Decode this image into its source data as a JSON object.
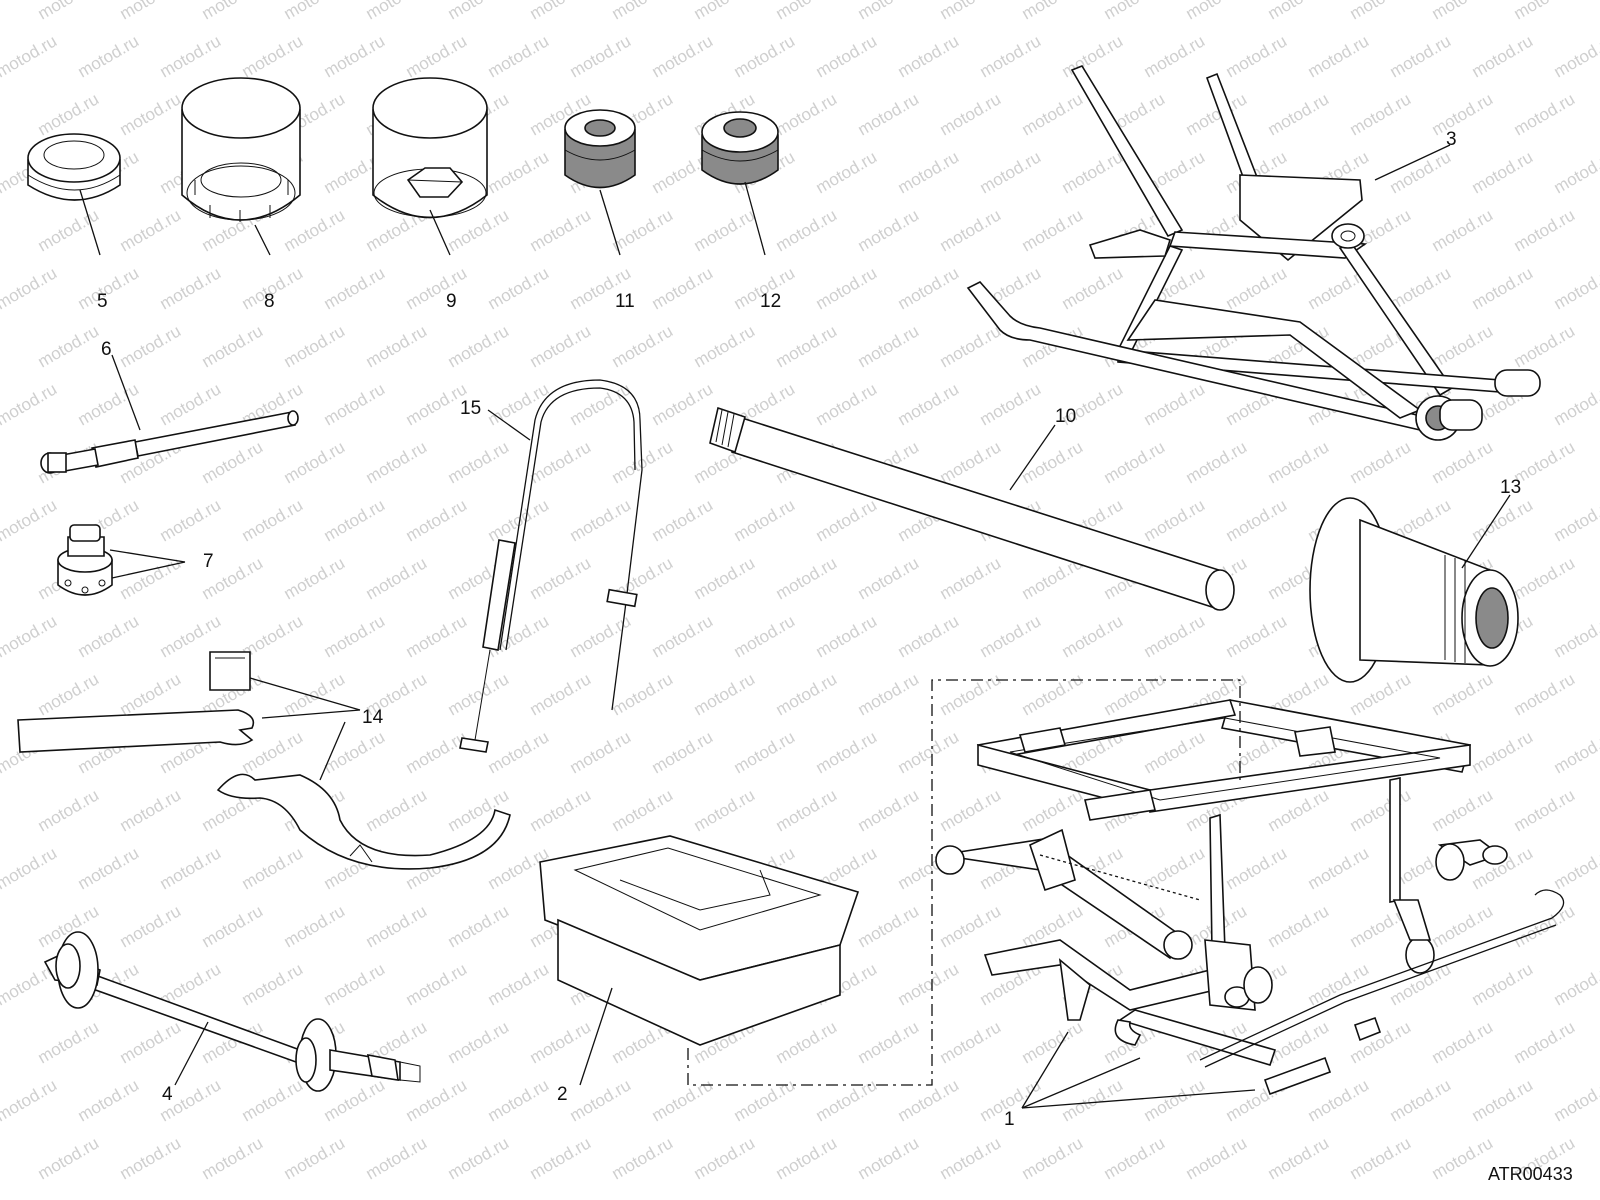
{
  "watermark": "motod.ru",
  "drawing_code": "ATR00433",
  "labels": {
    "l1": "1",
    "l2": "2",
    "l3": "3",
    "l4": "4",
    "l5": "5",
    "l6": "6",
    "l7": "7",
    "l8": "8",
    "l9": "9",
    "l10": "10",
    "l11": "11",
    "l12": "12",
    "l13": "13",
    "l14": "14",
    "l15": "15"
  }
}
